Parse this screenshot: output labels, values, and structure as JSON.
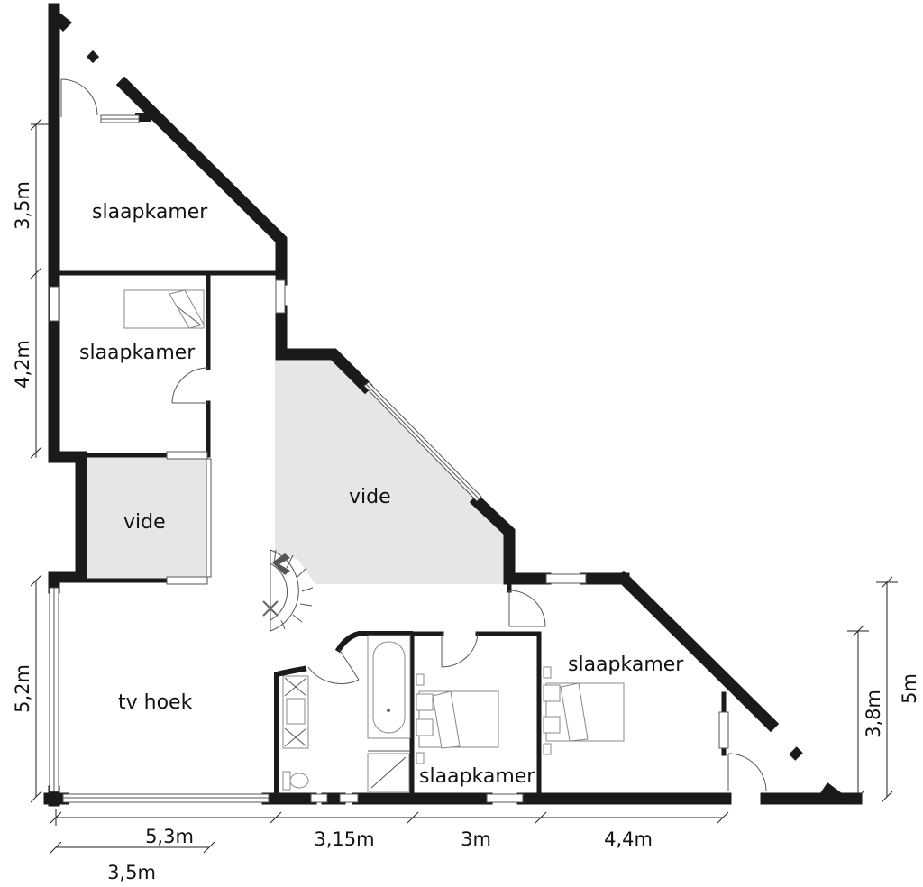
{
  "colors": {
    "wall": "#1a1a1a",
    "void_fill": "#e6e6e6",
    "background": "#ffffff",
    "text": "#111111"
  },
  "rooms": {
    "bedroom_top": "slaapkamer",
    "bedroom_second": "slaapkamer",
    "void_small": "vide",
    "void_large": "vide",
    "tv_corner": "tv hoek",
    "bedroom_right": "slaapkamer",
    "bedroom_bottom": "slaapkamer"
  },
  "dimensions": {
    "left_1": "3,5m",
    "left_2": "4,2m",
    "left_3": "5,2m",
    "bottom_1": "5,3m",
    "bottom_2": "3,15m",
    "bottom_3": "3m",
    "bottom_4": "4,4m",
    "bottom_sub": "3,5m",
    "right_1": "3,8m",
    "right_2": "5m"
  },
  "icons": {
    "stair": "spiral-stair-icon",
    "bath": "bathtub-icon",
    "shower": "shower-icon",
    "toilet": "toilet-icon",
    "bed": "bed-icon"
  }
}
